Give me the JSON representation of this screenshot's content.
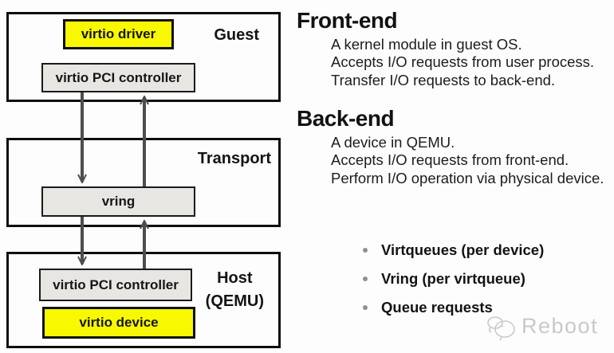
{
  "diagram": {
    "guest": {
      "label": "Guest",
      "driver": "virtio driver",
      "pci": "virtio PCI controller"
    },
    "transport": {
      "label": "Transport",
      "vring": "vring"
    },
    "host": {
      "label": "Host",
      "sublabel": "(QEMU)",
      "pci": "virtio PCI controller",
      "device": "virtio device"
    }
  },
  "sections": {
    "frontend": {
      "title": "Front-end",
      "lines": [
        "A kernel module in guest OS.",
        "Accepts I/O requests from user process.",
        "Transfer I/O requests to back-end."
      ]
    },
    "backend": {
      "title": "Back-end",
      "lines": [
        "A device in QEMU.",
        "Accepts I/O requests from front-end.",
        "Perform I/O operation via physical device."
      ]
    }
  },
  "bullets": [
    "Virtqueues (per device)",
    "Vring (per virtqueue)",
    "Queue requests"
  ],
  "watermark": {
    "label": "Reboot"
  },
  "colors": {
    "yellow": "#f8f800",
    "gray_fill": "#e8e6e3",
    "arrow": "#4d4d4d",
    "watermark": "#c9c9c9"
  }
}
